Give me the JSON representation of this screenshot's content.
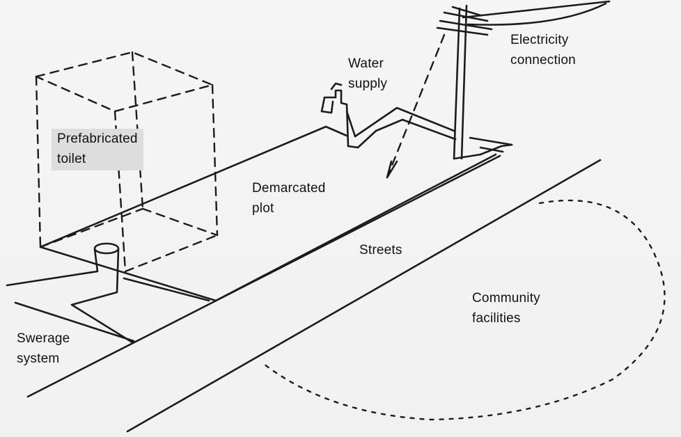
{
  "labels": {
    "prefabricated_toilet": "Prefabricated\ntoilet",
    "demarcated_plot": "Demarcated\nplot",
    "water_supply": "Water\nsupply",
    "electricity_connection": "Electricity\nconnection",
    "streets": "Streets",
    "community_facilities": "Community\nfacilities",
    "sewerage_system": "Swerage\nsystem"
  },
  "colors": {
    "ink": "#1b1b1b",
    "paper": "#f3f3f3",
    "label_highlight": "#dddddd"
  }
}
